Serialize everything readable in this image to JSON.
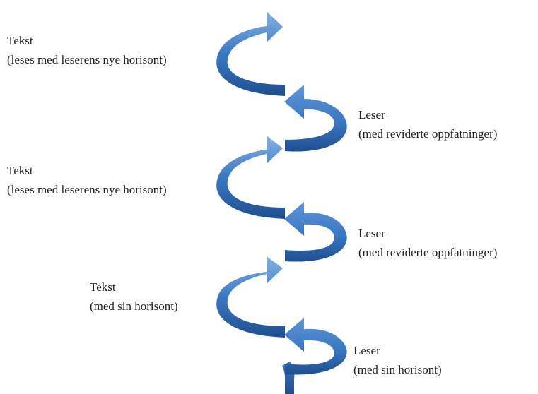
{
  "diagram": {
    "colors": {
      "arrow_light": "#86b3e2",
      "arrow_mid": "#3a78c4",
      "arrow_dark": "#1f4e8f",
      "text": "#222222"
    },
    "labels": [
      {
        "id": "text-top",
        "line1": "Tekst",
        "line2": "(leses med leserens nye horisont)"
      },
      {
        "id": "reader-upper",
        "line1": "Leser",
        "line2": "(med reviderte oppfatninger)"
      },
      {
        "id": "text-middle",
        "line1": "Tekst",
        "line2": "(leses med leserens nye horisont)"
      },
      {
        "id": "reader-middle",
        "line1": "Leser",
        "line2": "(med reviderte oppfatninger)"
      },
      {
        "id": "text-bottom",
        "line1": "Tekst",
        "line2": "(med sin horisont)"
      },
      {
        "id": "reader-bottom",
        "line1": "Leser",
        "line2": "(med sin horisont)"
      }
    ]
  }
}
